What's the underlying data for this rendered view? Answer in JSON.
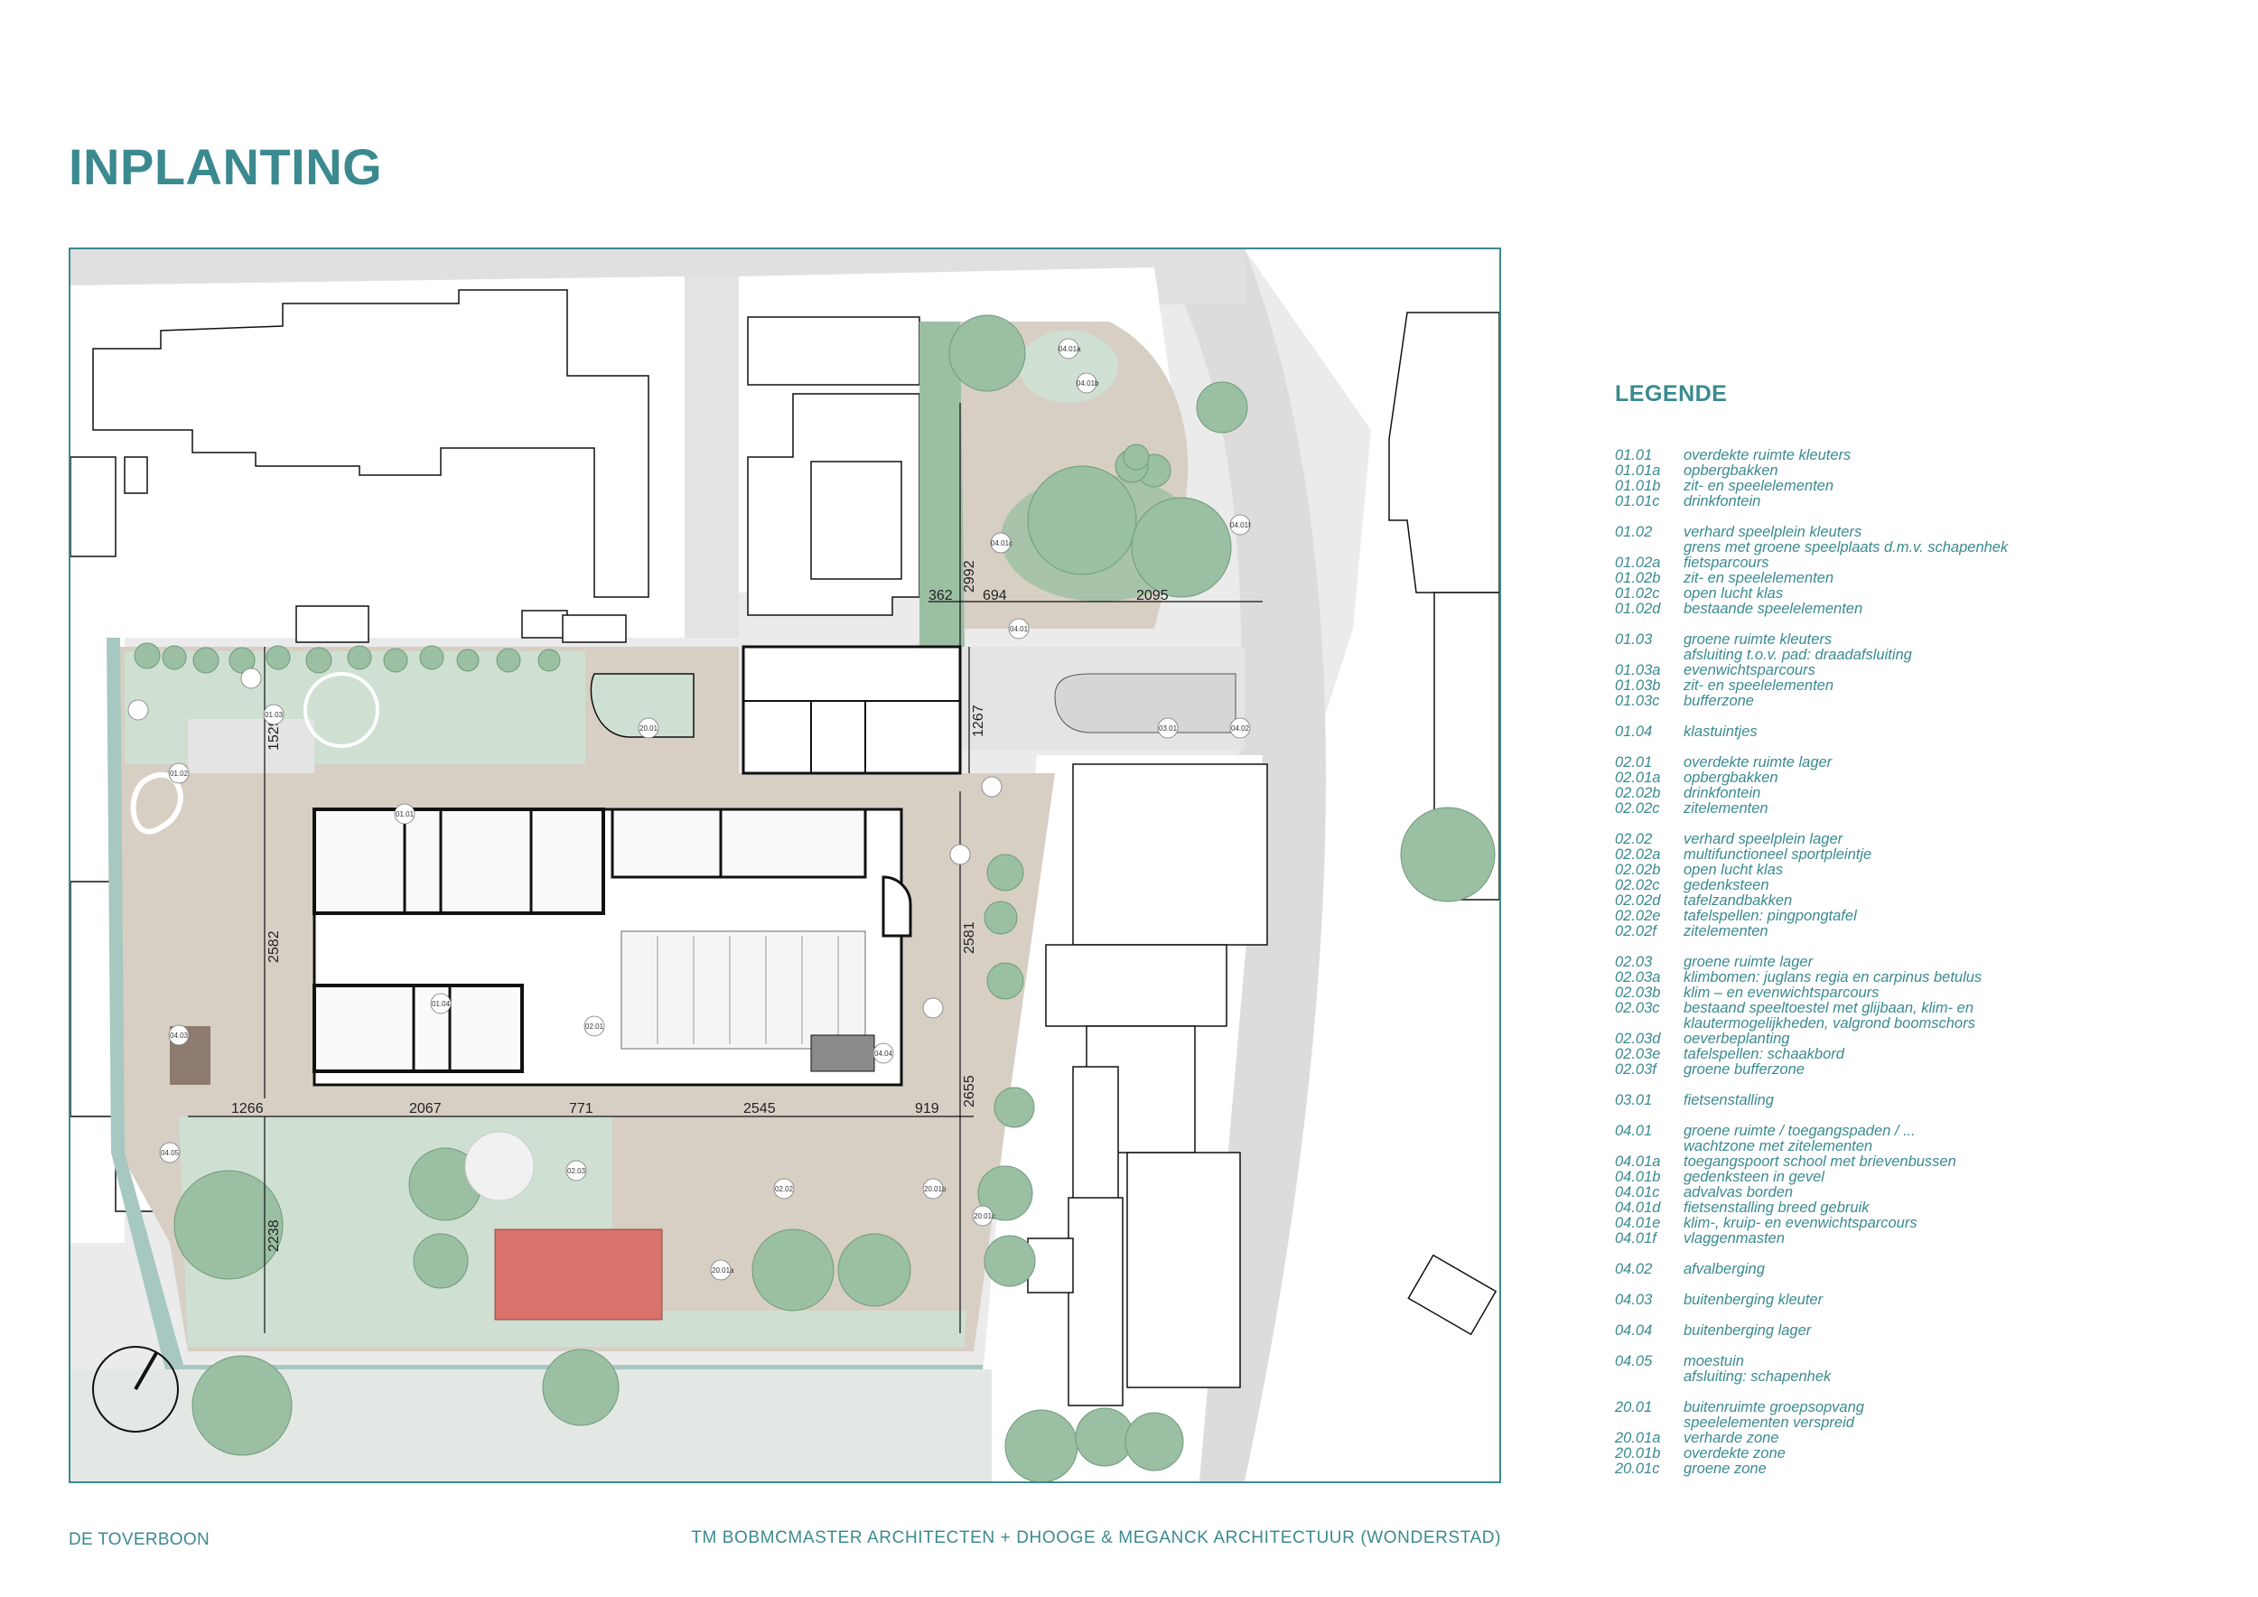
{
  "title": "INPLANTING",
  "legend_title": "LEGENDE",
  "footer": {
    "project": "DE TOVERBOON",
    "architects": "TM BOBMCMASTER ARCHITECTEN + DHOOGE & MEGANCK ARCHITECTUUR (WONDERSTAD)"
  },
  "colors": {
    "accent": "#3a8a8f",
    "green_zone": "#cfe0d2",
    "tree_green": "#9bbfa3",
    "pavement": "#d7cfc4",
    "sport_court": "#d9726a"
  },
  "plan": {
    "compass": "north-arrow-icon",
    "dimensions": {
      "d362": "362",
      "d694": "694",
      "d2095": "2095",
      "d2992": "2992",
      "d1267": "1267",
      "d1529": "1529",
      "d2582": "2582",
      "d2581": "2581",
      "d2655": "2655",
      "d1266": "1266",
      "d2067": "2067",
      "d771": "771",
      "d2545": "2545",
      "d919": "919",
      "d2238": "2238"
    },
    "labels": {
      "l0401a": "04.01a",
      "l0401b": "04.01b",
      "l0401f": "04.01f",
      "l0401c": "04.01c",
      "l0401": "04.01",
      "l0301": "03.01",
      "l0402": "04.02",
      "l0101": "01.01",
      "l0102": "01.02",
      "l0103": "01.03",
      "l0104": "01.04",
      "l0201": "02.01",
      "l0202": "02.02",
      "l0203": "02.03",
      "l0403": "04.03",
      "l0404": "04.04",
      "l0405": "04.05",
      "l2001": "20.01",
      "l2001a": "20.01a",
      "l2001b": "20.01b",
      "l2001c": "20.01c"
    }
  },
  "legend": [
    {
      "items": [
        {
          "code": "01.01",
          "text": "overdekte ruimte kleuters"
        },
        {
          "code": "01.01a",
          "text": "opbergbakken"
        },
        {
          "code": "01.01b",
          "text": "zit- en speelelementen"
        },
        {
          "code": "01.01c",
          "text": "drinkfontein"
        }
      ]
    },
    {
      "items": [
        {
          "code": "01.02",
          "text": "verhard speelplein kleuters"
        },
        {
          "code": "",
          "text": "grens met groene speelplaats d.m.v. schapenhek"
        },
        {
          "code": "01.02a",
          "text": "fietsparcours"
        },
        {
          "code": "01.02b",
          "text": "zit- en speelelementen"
        },
        {
          "code": "01.02c",
          "text": "open lucht klas"
        },
        {
          "code": "01.02d",
          "text": "bestaande speelelementen"
        }
      ]
    },
    {
      "items": [
        {
          "code": "01.03",
          "text": "groene ruimte kleuters"
        },
        {
          "code": "",
          "text": "afsluiting t.o.v. pad: draadafsluiting"
        },
        {
          "code": "01.03a",
          "text": "evenwichtsparcours"
        },
        {
          "code": "01.03b",
          "text": "zit- en speelelementen"
        },
        {
          "code": "01.03c",
          "text": "bufferzone"
        }
      ]
    },
    {
      "items": [
        {
          "code": "01.04",
          "text": "klastuintjes"
        }
      ]
    },
    {
      "items": [
        {
          "code": "02.01",
          "text": "overdekte ruimte lager"
        },
        {
          "code": "02.01a",
          "text": "opbergbakken"
        },
        {
          "code": "02.02b",
          "text": "drinkfontein"
        },
        {
          "code": "02.02c",
          "text": "zitelementen"
        }
      ]
    },
    {
      "items": [
        {
          "code": "02.02",
          "text": "verhard speelplein lager"
        },
        {
          "code": "02.02a",
          "text": "multifunctioneel sportpleintje"
        },
        {
          "code": "02.02b",
          "text": "open lucht klas"
        },
        {
          "code": "02.02c",
          "text": "gedenksteen"
        },
        {
          "code": "02.02d",
          "text": "tafelzandbakken"
        },
        {
          "code": "02.02e",
          "text": "tafelspellen: pingpongtafel"
        },
        {
          "code": "02.02f",
          "text": "zitelementen"
        }
      ]
    },
    {
      "items": [
        {
          "code": "02.03",
          "text": "groene ruimte lager"
        },
        {
          "code": "02.03a",
          "text": "klimbomen: juglans regia en carpinus betulus"
        },
        {
          "code": "02.03b",
          "text": "klim – en evenwichtsparcours"
        },
        {
          "code": "02.03c",
          "text": "bestaand speeltoestel met glijbaan, klim- en"
        },
        {
          "code": "",
          "text": "klautermogelijkheden, valgrond boomschors"
        },
        {
          "code": "02.03d",
          "text": "oeverbeplanting"
        },
        {
          "code": "02.03e",
          "text": "tafelspellen: schaakbord"
        },
        {
          "code": "02.03f",
          "text": "groene bufferzone"
        }
      ]
    },
    {
      "items": [
        {
          "code": "03.01",
          "text": "fietsenstalling"
        }
      ]
    },
    {
      "items": [
        {
          "code": "04.01",
          "text": "groene ruimte / toegangspaden / ..."
        },
        {
          "code": "",
          "text": "wachtzone met zitelementen"
        },
        {
          "code": "04.01a",
          "text": "toegangspoort school met brievenbussen"
        },
        {
          "code": "04.01b",
          "text": "gedenksteen in gevel"
        },
        {
          "code": "04.01c",
          "text": "advalvas borden"
        },
        {
          "code": "04.01d",
          "text": "fietsenstalling breed gebruik"
        },
        {
          "code": "04.01e",
          "text": "klim-, kruip- en evenwichtsparcours"
        },
        {
          "code": "04.01f",
          "text": "vlaggenmasten"
        }
      ]
    },
    {
      "items": [
        {
          "code": "04.02",
          "text": "afvalberging"
        }
      ]
    },
    {
      "items": [
        {
          "code": "04.03",
          "text": "buitenberging kleuter"
        }
      ]
    },
    {
      "items": [
        {
          "code": "04.04",
          "text": "buitenberging lager"
        }
      ]
    },
    {
      "items": [
        {
          "code": "04.05",
          "text": "moestuin"
        },
        {
          "code": "",
          "text": "afsluiting: schapenhek"
        }
      ]
    },
    {
      "items": [
        {
          "code": "20.01",
          "text": "buitenruimte groepsopvang"
        },
        {
          "code": "",
          "text": "speelelementen verspreid"
        },
        {
          "code": "20.01a",
          "text": "verharde zone"
        },
        {
          "code": "20.01b",
          "text": "overdekte zone"
        },
        {
          "code": "20.01c",
          "text": "groene zone"
        }
      ]
    }
  ]
}
